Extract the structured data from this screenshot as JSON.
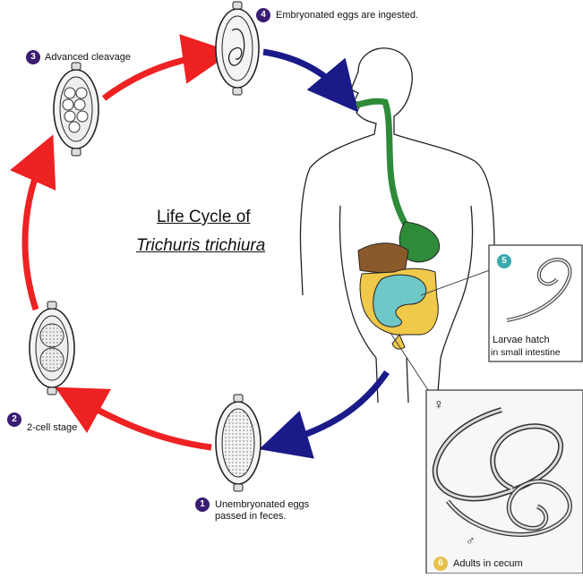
{
  "title_line1": "Life Cycle of",
  "title_line2": "Trichuris trichiura",
  "stages": [
    {
      "num": "1",
      "line1": "Unembryonated eggs",
      "line2": "passed in feces."
    },
    {
      "num": "2",
      "line1": "2-cell stage"
    },
    {
      "num": "3",
      "line1": "Advanced cleavage"
    },
    {
      "num": "4",
      "line1": "Embryonated eggs are ingested."
    },
    {
      "num": "5",
      "line1": "Larvae hatch",
      "line2": "in small intestine"
    },
    {
      "num": "6",
      "line1": "Adults in cecum"
    }
  ],
  "sex_symbols": {
    "female": "♀",
    "male": "♂"
  },
  "colors": {
    "environment_arrow": "#ee2222",
    "host_arrow": "#1a1a88",
    "badge": "#3a1c72",
    "badge_infective": "#3aa9ad",
    "badge_adult": "#e8c04a",
    "esophagus": "#2e8b3a",
    "liver": "#8b5a2b",
    "small_intestine": "#6fc8c8",
    "large_intestine": "#f0c84a"
  }
}
